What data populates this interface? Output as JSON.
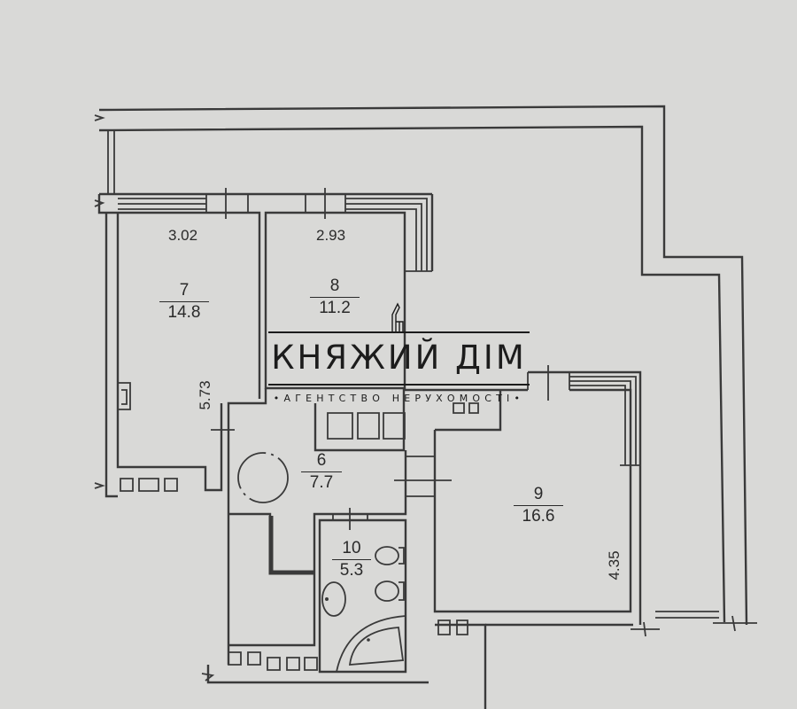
{
  "rooms": [
    {
      "id": "7",
      "number": "7",
      "area": "14.8"
    },
    {
      "id": "8",
      "number": "8",
      "area": "11.2"
    },
    {
      "id": "6",
      "number": "6",
      "area": "7.7"
    },
    {
      "id": "9",
      "number": "9",
      "area": "16.6"
    },
    {
      "id": "10",
      "number": "10",
      "area": "5.3"
    }
  ],
  "dimensions": {
    "room7_width": "3.02",
    "room8_width": "2.93",
    "room7_length": "5.73",
    "room9_length": "4.35"
  },
  "watermark": {
    "name": "КНЯЖИЙ ДІМ",
    "tagline": "•АГЕНТСТВО НЕРУХОМОСТІ•"
  },
  "colors": {
    "background": "#d9d9d7",
    "lines": "#3a3a3a",
    "text": "#2a2a2a"
  }
}
